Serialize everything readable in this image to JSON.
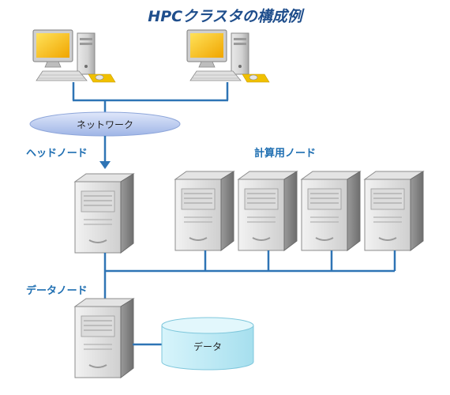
{
  "title": "HPCクラスタの構成例",
  "network_label": "ネットワーク",
  "head_node_label": "ヘッドノード",
  "compute_node_label": "計算用ノード",
  "data_node_label": "データノード",
  "storage_label": "データ",
  "colors": {
    "title": "#1f4e8c",
    "label": "#1f6fb2",
    "line": "#2e74b5",
    "network_fill": "#b7c9ef",
    "storage_fill": "#c6eef7"
  },
  "icons": {
    "client": "desktop-computer-icon",
    "server": "tower-server-icon",
    "storage": "database-cylinder-icon"
  }
}
